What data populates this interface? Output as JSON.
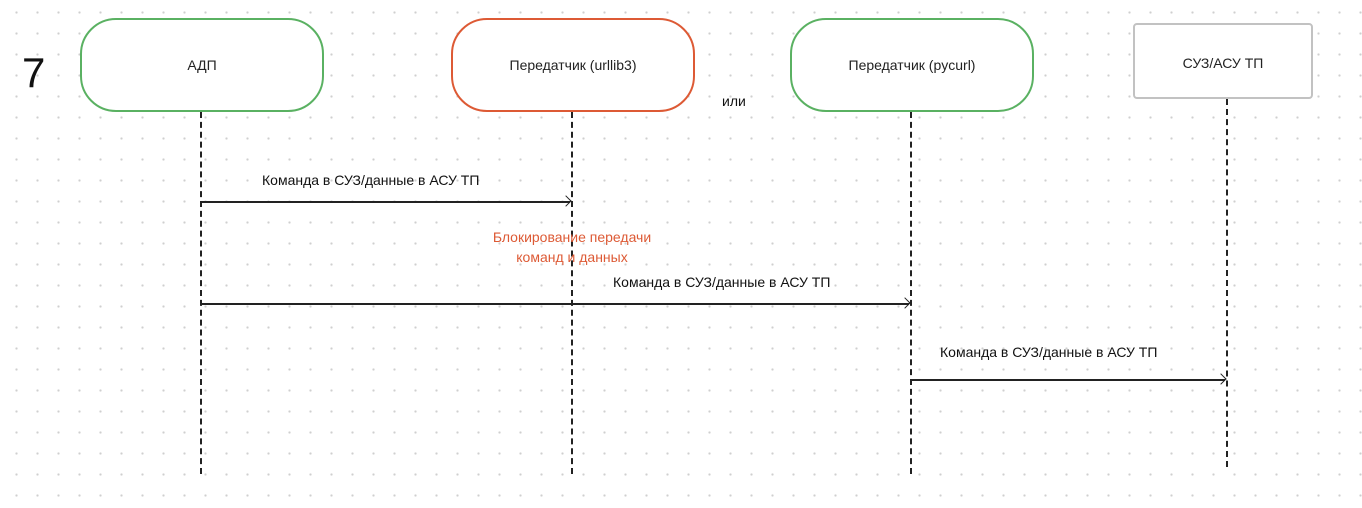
{
  "step_number": "7",
  "actors": {
    "adp": {
      "label": "АДП",
      "color": "#5ab162"
    },
    "sender_urllib3": {
      "label": "Передатчик (urllib3)",
      "color": "#dd5a35"
    },
    "sender_pycurl": {
      "label": "Передатчик (pycurl)",
      "color": "#5ab162"
    },
    "suz_asutp": {
      "label": "СУЗ/АСУ ТП",
      "color": "#c2c2c2"
    }
  },
  "or_label": "или",
  "messages": [
    {
      "from": "АДП",
      "to": "Передатчик (urllib3)",
      "label": "Команда в СУЗ/данные в АСУ ТП"
    },
    {
      "from": "АДП",
      "to": "Передатчик (pycurl)",
      "label": "Команда в СУЗ/данные в АСУ ТП"
    },
    {
      "from": "Передатчик (pycurl)",
      "to": "СУЗ/АСУ ТП",
      "label": "Команда в СУЗ/данные в АСУ ТП"
    }
  ],
  "block_note": {
    "line1": "Блокирование передачи",
    "line2": "команд и данных",
    "color": "#dd5a35"
  }
}
